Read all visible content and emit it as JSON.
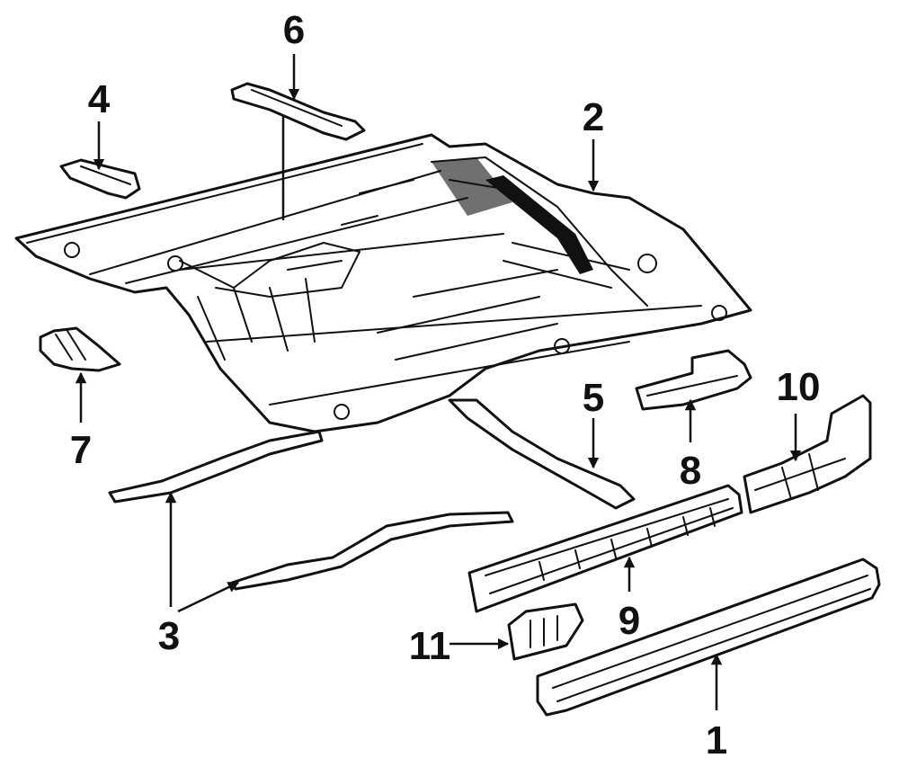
{
  "diagram": {
    "callouts": [
      {
        "id": "1",
        "label": "1"
      },
      {
        "id": "2",
        "label": "2"
      },
      {
        "id": "3",
        "label": "3"
      },
      {
        "id": "4",
        "label": "4"
      },
      {
        "id": "5",
        "label": "5"
      },
      {
        "id": "6",
        "label": "6"
      },
      {
        "id": "7",
        "label": "7"
      },
      {
        "id": "8",
        "label": "8"
      },
      {
        "id": "9",
        "label": "9"
      },
      {
        "id": "10",
        "label": "10"
      },
      {
        "id": "11",
        "label": "11"
      }
    ]
  },
  "colors": {
    "line": "#111111",
    "background": "#ffffff"
  }
}
